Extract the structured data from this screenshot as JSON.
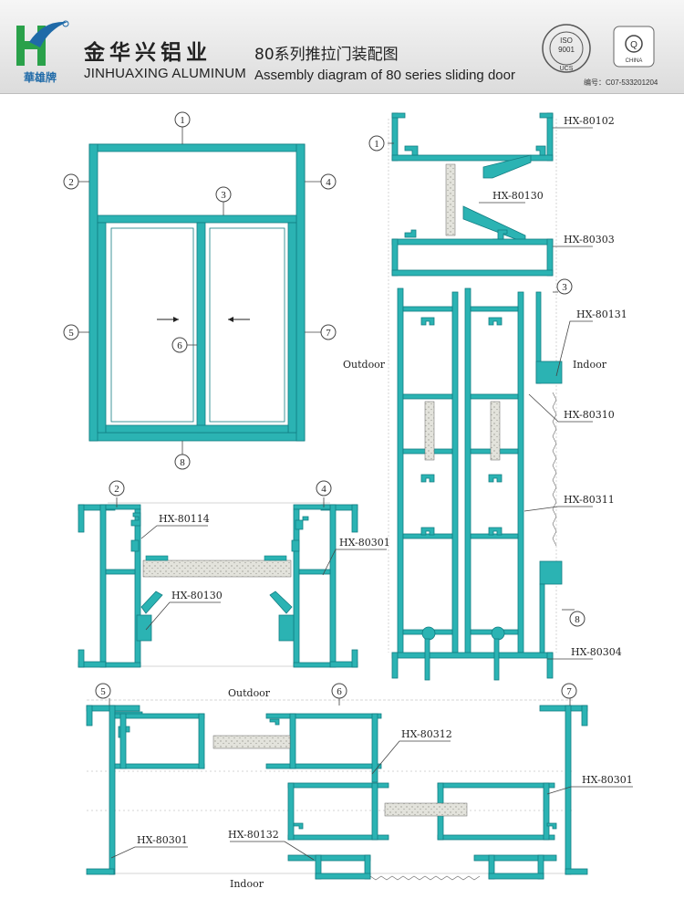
{
  "header": {
    "logo_chars": "華雄牌",
    "company_cn": "金华兴铝业",
    "company_en": "JINHUAXING ALUMINUM",
    "title_cn": "80系列推拉门装配图",
    "title_en": "Assembly diagram of 80 series sliding door",
    "iso": {
      "line1": "ISO",
      "line2": "9001",
      "line3": "UCS"
    },
    "cert_mark": "Q",
    "cert_mark_sub": "CHINA",
    "cert_no": "编号：C07-533201204"
  },
  "colors": {
    "profile": "#1ea7a7",
    "profile_dark": "#127d82",
    "glass": "#dcdcd4"
  },
  "callouts": [
    "1",
    "2",
    "3",
    "4",
    "5",
    "6",
    "7",
    "8"
  ],
  "labels": {
    "hx80102": "HX-80102",
    "hx80130": "HX-80130",
    "hx80303": "HX-80303",
    "hx80131": "HX-80131",
    "hx80310": "HX-80310",
    "hx80311": "HX-80311",
    "hx80304": "HX-80304",
    "hx80114": "HX-80114",
    "hx80301": "HX-80301",
    "hx80312": "HX-80312",
    "hx80132": "HX-80132"
  },
  "sides": {
    "outdoor": "Outdoor",
    "indoor": "Indoor"
  }
}
